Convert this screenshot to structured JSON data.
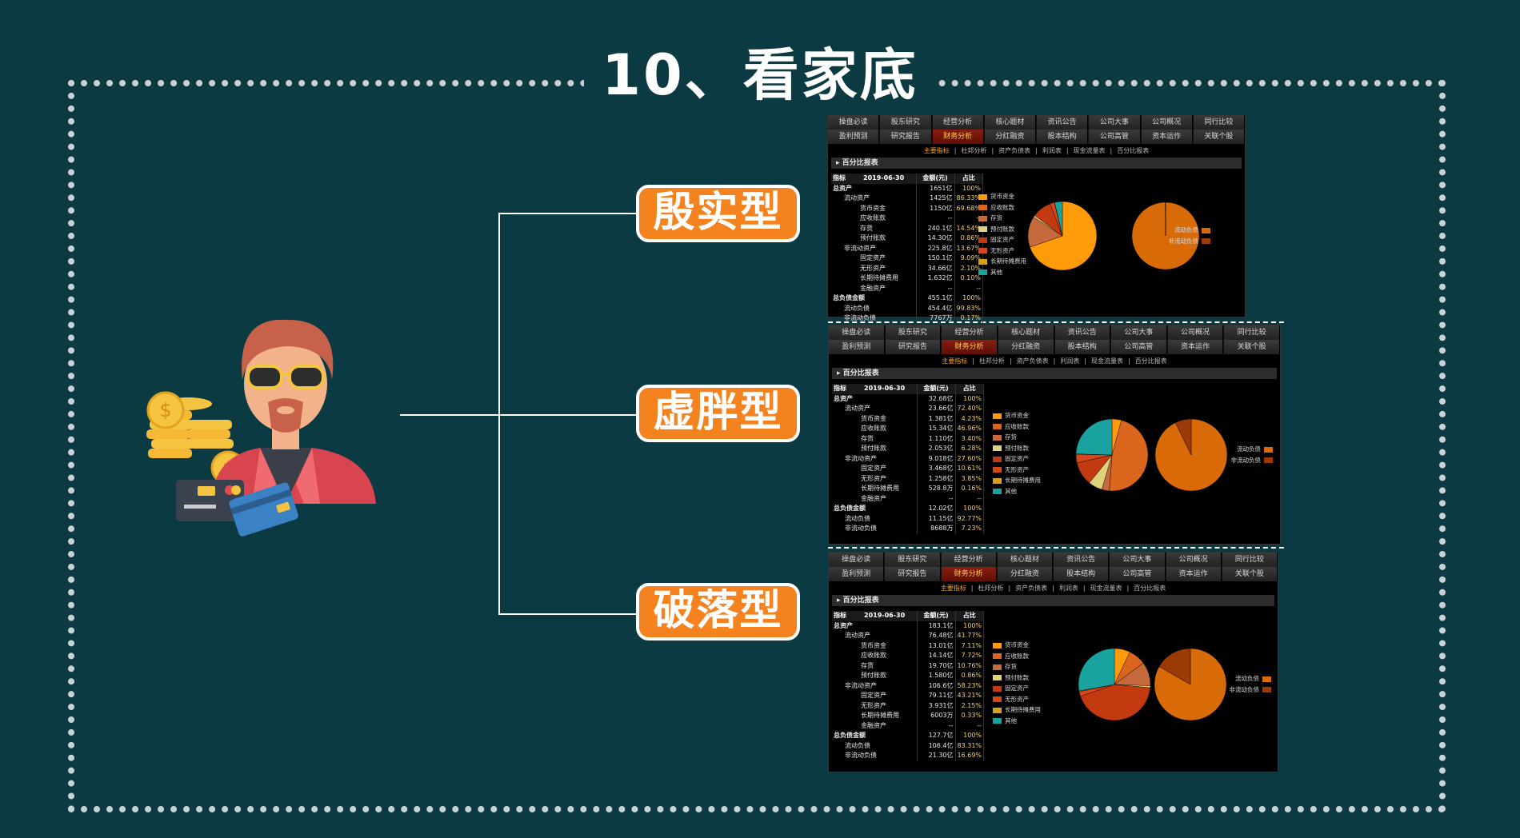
{
  "title": "10、看家底",
  "categories": [
    {
      "label": "殷实型"
    },
    {
      "label": "虚胖型"
    },
    {
      "label": "破落型"
    }
  ],
  "nav_row1": [
    "操盘必读",
    "股东研究",
    "经营分析",
    "核心题材",
    "资讯公告",
    "公司大事",
    "公司概况",
    "同行比较"
  ],
  "nav_row2": [
    "盈利预测",
    "研究报告",
    "财务分析",
    "分红融资",
    "股本结构",
    "公司高管",
    "资本运作",
    "关联个股"
  ],
  "sub_links": [
    "主要指标",
    "杜邦分析",
    "资产负债表",
    "利润表",
    "现金流量表",
    "百分比报表"
  ],
  "section_title": "▸ 百分比报表",
  "table_header": {
    "label": "指标",
    "date": "2019-06-30",
    "amount": "金额(元)",
    "pct": "占比"
  },
  "row_labels": [
    "总资产",
    "流动资产",
    "货币资金",
    "应收账款",
    "存货",
    "预付账款",
    "非流动资产",
    "固定资产",
    "无形资产",
    "长期待摊费用",
    "金融资产",
    "总负债金额",
    "流动负债",
    "非流动负债"
  ],
  "row_levels": [
    0,
    1,
    2,
    2,
    2,
    2,
    1,
    2,
    2,
    2,
    2,
    0,
    1,
    1
  ],
  "legend_assets": [
    "货币资金",
    "应收账款",
    "存货",
    "预付账款",
    "固定资产",
    "无形资产",
    "长期待摊费用",
    "其他"
  ],
  "legend_liab": [
    "流动负债",
    "非流动负债"
  ],
  "colors": {
    "background": "#0b3a43",
    "badge": "#f4821f",
    "assets": [
      "#ff9a0a",
      "#d9661c",
      "#c66a3e",
      "#e0d27a",
      "#c43a10",
      "#d8471a",
      "#d4a21a",
      "#1aa39e"
    ],
    "liab": [
      "#d86a08",
      "#9c3a06"
    ]
  },
  "panels": [
    {
      "name": "殷实型",
      "amounts": [
        "1651亿",
        "1425亿",
        "1150亿",
        "--",
        "240.1亿",
        "14.30亿",
        "225.8亿",
        "150.1亿",
        "34.66亿",
        "1.632亿",
        "--",
        "455.1亿",
        "454.4亿",
        "7767万"
      ],
      "pcts": [
        "100%",
        "86.33%",
        "69.68%",
        "--",
        "14.54%",
        "0.86%",
        "13.67%",
        "9.09%",
        "2.10%",
        "0.10%",
        "--",
        "100%",
        "99.83%",
        "0.17%"
      ],
      "chart_data": {
        "type": "pie",
        "charts": [
          {
            "title": "",
            "categories": [
              "货币资金",
              "应收账款",
              "存货",
              "预付账款",
              "固定资产",
              "无形资产",
              "长期待摊费用",
              "其他"
            ],
            "values": [
              69.68,
              0,
              14.54,
              0.86,
              9.09,
              2.1,
              0.1,
              3.63
            ]
          },
          {
            "title": "",
            "categories": [
              "流动负债",
              "非流动负债"
            ],
            "values": [
              99.83,
              0.17
            ]
          }
        ]
      }
    },
    {
      "name": "虚胖型",
      "amounts": [
        "32.68亿",
        "23.66亿",
        "1.381亿",
        "15.34亿",
        "1.110亿",
        "2.053亿",
        "9.018亿",
        "3.468亿",
        "1.258亿",
        "528.8万",
        "--",
        "12.02亿",
        "11.15亿",
        "8688万"
      ],
      "pcts": [
        "100%",
        "72.40%",
        "4.23%",
        "46.96%",
        "3.40%",
        "6.28%",
        "27.60%",
        "10.61%",
        "3.85%",
        "0.16%",
        "--",
        "100%",
        "92.77%",
        "7.23%"
      ],
      "chart_data": {
        "type": "pie",
        "charts": [
          {
            "title": "",
            "categories": [
              "货币资金",
              "应收账款",
              "存货",
              "预付账款",
              "固定资产",
              "无形资产",
              "长期待摊费用",
              "其他"
            ],
            "values": [
              4.23,
              46.96,
              3.4,
              6.28,
              10.61,
              3.85,
              0.16,
              24.51
            ]
          },
          {
            "title": "",
            "categories": [
              "流动负债",
              "非流动负债"
            ],
            "values": [
              92.77,
              7.23
            ]
          }
        ]
      }
    },
    {
      "name": "破落型",
      "amounts": [
        "183.1亿",
        "76.48亿",
        "13.01亿",
        "14.14亿",
        "19.70亿",
        "1.580亿",
        "106.6亿",
        "79.11亿",
        "3.931亿",
        "6003万",
        "--",
        "127.7亿",
        "106.4亿",
        "21.30亿"
      ],
      "pcts": [
        "100%",
        "41.77%",
        "7.11%",
        "7.72%",
        "10.76%",
        "0.86%",
        "58.23%",
        "43.21%",
        "2.15%",
        "0.33%",
        "--",
        "100%",
        "83.31%",
        "16.69%"
      ],
      "chart_data": {
        "type": "pie",
        "charts": [
          {
            "title": "",
            "categories": [
              "货币资金",
              "应收账款",
              "存货",
              "预付账款",
              "固定资产",
              "无形资产",
              "长期待摊费用",
              "其他"
            ],
            "values": [
              7.11,
              7.72,
              10.76,
              0.86,
              43.21,
              2.15,
              0.33,
              27.86
            ]
          },
          {
            "title": "",
            "categories": [
              "流动负债",
              "非流动负债"
            ],
            "values": [
              83.31,
              16.69
            ]
          }
        ]
      }
    }
  ]
}
